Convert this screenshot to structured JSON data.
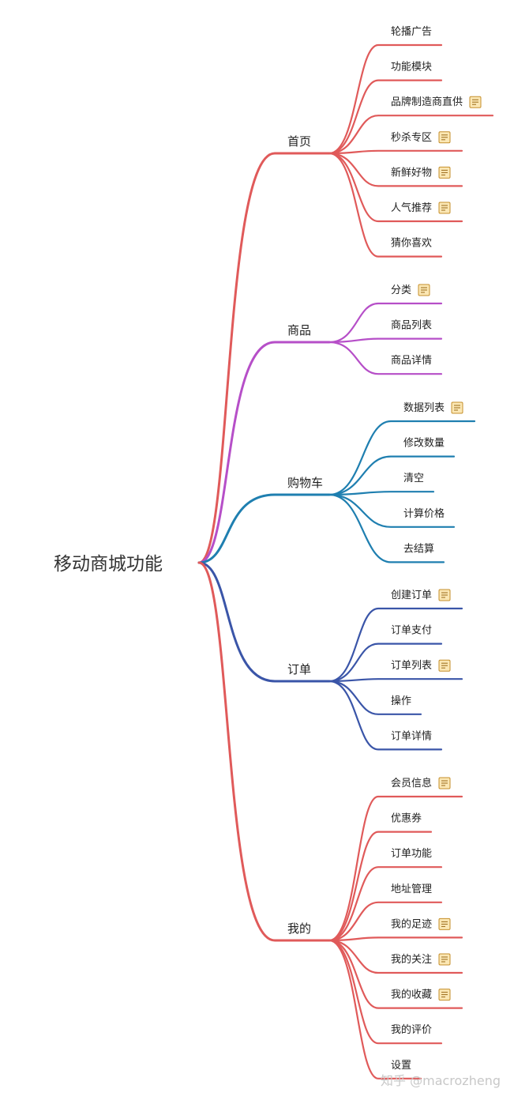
{
  "root": {
    "label": "移动商城功能"
  },
  "branches": [
    {
      "label": "首页",
      "color": "#e05a5a",
      "children": [
        {
          "label": "轮播广告",
          "note": false
        },
        {
          "label": "功能模块",
          "note": false
        },
        {
          "label": "品牌制造商直供",
          "note": true
        },
        {
          "label": "秒杀专区",
          "note": true
        },
        {
          "label": "新鲜好物",
          "note": true
        },
        {
          "label": "人气推荐",
          "note": true
        },
        {
          "label": "猜你喜欢",
          "note": false
        }
      ]
    },
    {
      "label": "商品",
      "color": "#b64fc8",
      "children": [
        {
          "label": "分类",
          "note": true
        },
        {
          "label": "商品列表",
          "note": false
        },
        {
          "label": "商品详情",
          "note": false
        }
      ]
    },
    {
      "label": "购物车",
      "color": "#1f7fb0",
      "children": [
        {
          "label": "数据列表",
          "note": true
        },
        {
          "label": "修改数量",
          "note": false
        },
        {
          "label": "清空",
          "note": false
        },
        {
          "label": "计算价格",
          "note": false
        },
        {
          "label": "去结算",
          "note": false
        }
      ]
    },
    {
      "label": "订单",
      "color": "#3a55a8",
      "children": [
        {
          "label": "创建订单",
          "note": true
        },
        {
          "label": "订单支付",
          "note": false
        },
        {
          "label": "订单列表",
          "note": true
        },
        {
          "label": "操作",
          "note": false
        },
        {
          "label": "订单详情",
          "note": false
        }
      ]
    },
    {
      "label": "我的",
      "color": "#e05a5a",
      "children": [
        {
          "label": "会员信息",
          "note": true
        },
        {
          "label": "优惠券",
          "note": false
        },
        {
          "label": "订单功能",
          "note": false
        },
        {
          "label": "地址管理",
          "note": false
        },
        {
          "label": "我的足迹",
          "note": true
        },
        {
          "label": "我的关注",
          "note": true
        },
        {
          "label": "我的收藏",
          "note": true
        },
        {
          "label": "我的评价",
          "note": false
        },
        {
          "label": "设置",
          "note": false
        }
      ]
    }
  ],
  "watermark": "知乎 @macrozheng",
  "icons": {
    "note": "note-icon"
  }
}
